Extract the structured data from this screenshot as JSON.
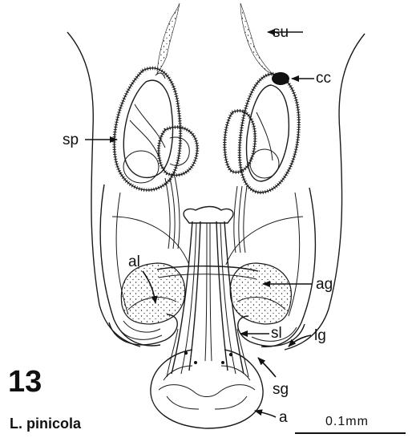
{
  "figure": {
    "number": "13",
    "species": "L. pinicola",
    "scale_label": "0.1mm"
  },
  "labels": {
    "su": "su",
    "cc": "cc",
    "sp": "sp",
    "al": "al",
    "ag": "ag",
    "sl": "sl",
    "lg": "lg",
    "sg": "sg",
    "a": "a"
  },
  "colors": {
    "ink": "#1a1a1a",
    "background": "#ffffff"
  }
}
